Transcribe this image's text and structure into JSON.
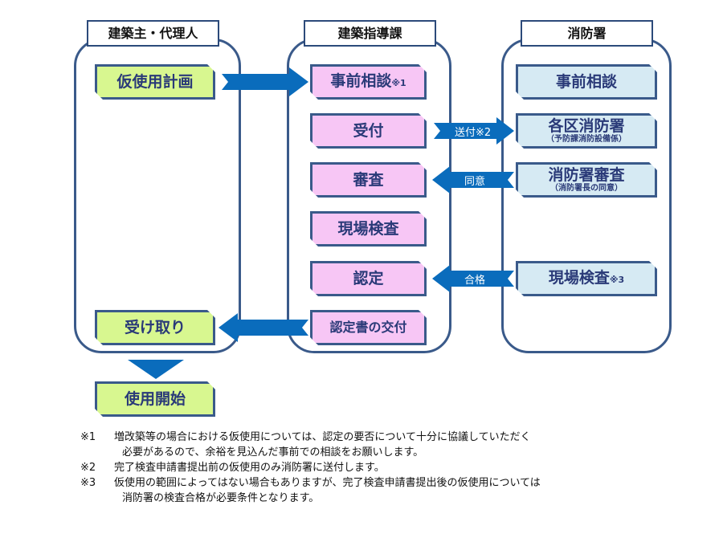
{
  "lanes": [
    {
      "title": "建築主・代理人"
    },
    {
      "title": "建築指導課"
    },
    {
      "title": "消防署"
    }
  ],
  "owner_boxes": {
    "plan": "仮使用計画",
    "receive": "受け取り",
    "start": "使用開始"
  },
  "dept_boxes": {
    "pre_consult": "事前相談",
    "pre_consult_mark": "※1",
    "accept": "受付",
    "review": "審査",
    "site_inspection": "現場検査",
    "approval": "認定",
    "issue": "認定書の交付"
  },
  "fire_boxes": {
    "pre_consult": "事前相談",
    "ward_office": "各区消防署",
    "ward_office_sub": "（予防課消防設備係）",
    "fire_review": "消防署審査",
    "fire_review_sub": "（消防署長の同意）",
    "site_inspection": "現場検査",
    "site_inspection_mark": "※3"
  },
  "arrows": {
    "send": "送付※2",
    "consent": "同意",
    "pass": "合格"
  },
  "colors": {
    "owner": "#d8f790",
    "dept": "#f7c6f5",
    "fire": "#d6eaf3",
    "arrow": "#0a6cbc",
    "border": "#3a5a8a"
  },
  "notes": [
    {
      "mark": "※1",
      "lines": [
        "増改築等の場合における仮使用については、認定の要否について十分に協議していただく",
        "必要があるので、余裕を見込んだ事前での相談をお願いします。"
      ]
    },
    {
      "mark": "※2",
      "lines": [
        "完了検査申請書提出前の仮使用のみ消防署に送付します。"
      ]
    },
    {
      "mark": "※3",
      "lines": [
        "仮使用の範囲によってはない場合もありますが、完了検査申請書提出後の仮使用については",
        "消防署の検査合格が必要条件となります。"
      ]
    }
  ]
}
